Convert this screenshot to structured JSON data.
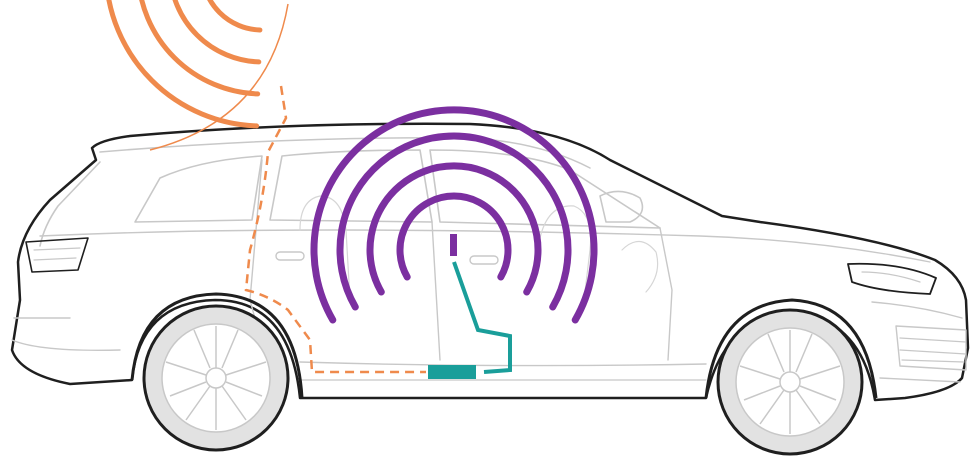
{
  "diagram": {
    "components": [
      {
        "id": "vehicle",
        "icon": "suv-outline-icon"
      },
      {
        "id": "roof-antenna",
        "icon": "antenna-signal-icon"
      },
      {
        "id": "antenna-cable",
        "icon": "dashed-cable-icon"
      },
      {
        "id": "booster",
        "icon": "signal-booster-icon"
      },
      {
        "id": "inside-antenna",
        "icon": "inside-antenna-icon"
      },
      {
        "id": "inside-coverage",
        "icon": "coverage-waves-icon"
      }
    ],
    "colors": {
      "outside_signal": "#ef8a4c",
      "cable": "#ef8a4c",
      "inside_signal": "#7b2fa0",
      "booster": "#1a9e9a",
      "car_outline": "#1f1f1f",
      "car_detail": "#c8c8c8",
      "wheel_fill": "#e2e2e2"
    },
    "outside_wave_count": 4,
    "inside_wave_count": 4
  }
}
